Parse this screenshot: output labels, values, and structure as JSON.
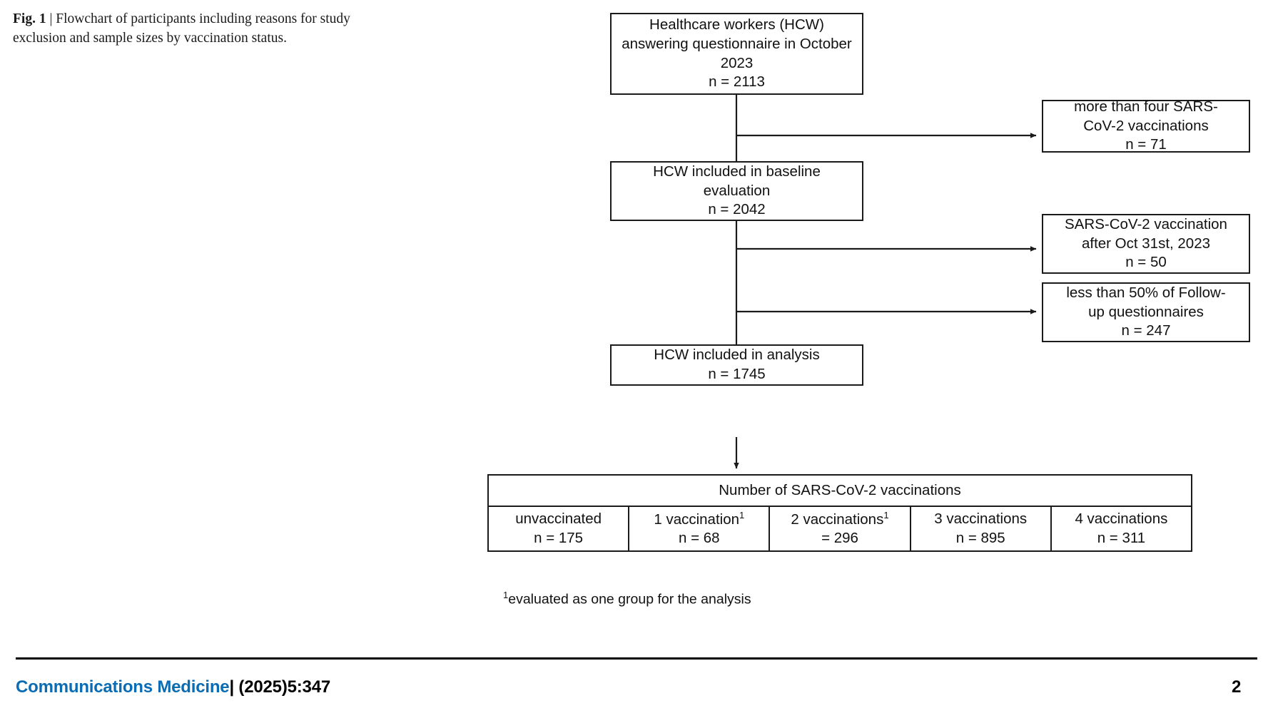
{
  "caption": {
    "figure_label": "Fig. 1",
    "separator": "|",
    "text": "Flowchart of participants including reasons for study exclusion and sample sizes by vaccination status."
  },
  "flowchart": {
    "nodes": {
      "baseline_survey": {
        "name": "healthcare-workers-box",
        "lines": [
          "Healthcare workers (HCW)",
          "answering questionnaire in October",
          "2023",
          "n = 2113"
        ]
      },
      "exclusion_1": {
        "name": "exclusion-more-than-four-vaccinations",
        "lines": [
          "more than four SARS-",
          "CoV-2 vaccinations",
          "n = 71"
        ]
      },
      "baseline_included": {
        "name": "hcw-included-baseline-box",
        "lines": [
          "HCW included in baseline",
          "evaluation",
          "n = 2042"
        ]
      },
      "exclusion_2": {
        "name": "exclusion-vaccination-after-oct",
        "lines": [
          "SARS-CoV-2 vaccination",
          "after Oct 31st, 2023",
          "n = 50"
        ]
      },
      "exclusion_3": {
        "name": "exclusion-less-than-50-percent-followup",
        "lines": [
          "less than 50% of Follow-",
          "up questionnaires",
          "n = 247"
        ]
      },
      "analysis_included": {
        "name": "hcw-included-analysis-box",
        "lines": [
          "HCW included in analysis",
          "n = 1745"
        ]
      }
    }
  },
  "vaccination_table": {
    "header": "Number of SARS-CoV-2 vaccinations",
    "cells": [
      {
        "label": "unvaccinated",
        "footnote_marker": "",
        "count": "n = 175"
      },
      {
        "label": "1 vaccination",
        "footnote_marker": "1",
        "count": "n = 68"
      },
      {
        "label": "2 vaccinations",
        "footnote_marker": "1",
        "count": "= 296"
      },
      {
        "label": "3 vaccinations",
        "footnote_marker": "",
        "count": "n = 895"
      },
      {
        "label": "4 vaccinations",
        "footnote_marker": "",
        "count": "n = 311"
      }
    ]
  },
  "footnote": {
    "marker": "1",
    "text": "evaluated as one group for the analysis"
  },
  "footer": {
    "journal": "Communications Medicine",
    "citation": "| (2025)5:347",
    "page_number": "2"
  },
  "colors": {
    "journal_blue": "#0a6cb4",
    "line": "#1b1b1b",
    "text": "#111111"
  }
}
